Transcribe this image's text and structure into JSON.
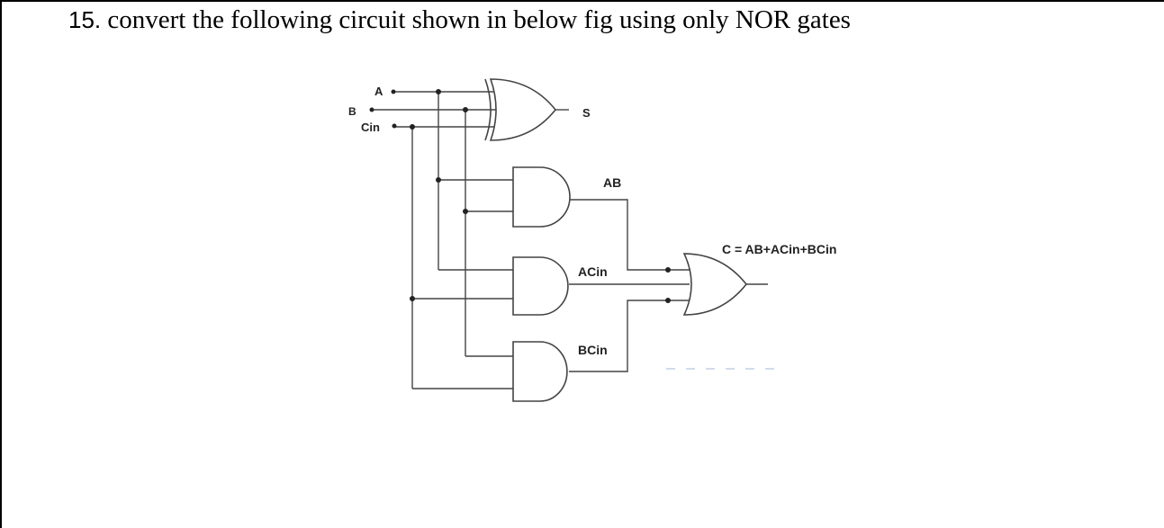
{
  "question": {
    "number": "15.",
    "text": "convert the following circuit shown in  below fig using only NOR gates"
  },
  "circuit": {
    "inputs": {
      "a": "A",
      "b": "B",
      "cin": "Cin"
    },
    "outputs": {
      "sum": "S",
      "carry": "C = AB+ACin+BCin"
    },
    "terms": {
      "ab": "AB",
      "acin": "ACin",
      "bcin": "BCin"
    },
    "colors": {
      "wire": "#444444",
      "gate": "#444444",
      "dashed": "#b8c8dc"
    }
  }
}
